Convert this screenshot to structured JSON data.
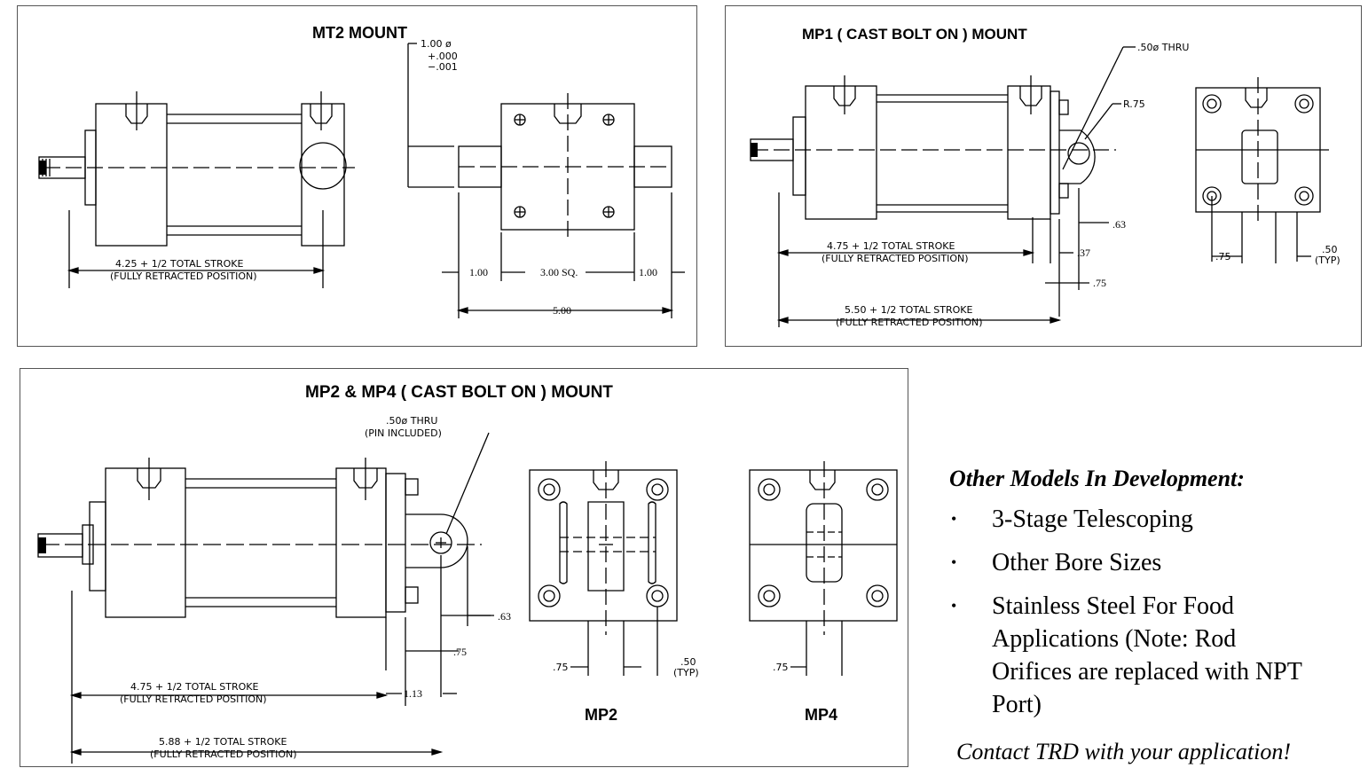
{
  "panels": {
    "mt2": {
      "title": "MT2 MOUNT",
      "dia_label": "1.00 ø",
      "tol_plus": "+.000",
      "tol_minus": "−.001",
      "stroke_main": "4.25 + 1/2 TOTAL STROKE",
      "stroke_sub": "(FULLY RETRACTED POSITION)",
      "dim_left": "1.00",
      "dim_center": "3.00 SQ.",
      "dim_right": "1.00",
      "dim_total": "5.00"
    },
    "mp1": {
      "title": "MP1 ( CAST BOLT ON ) MOUNT",
      "thru_label": ".50ø THRU",
      "radius_label": "R.75",
      "dim_63": ".63",
      "dim_37": ".37",
      "dim_75": ".75",
      "stroke1_main": "4.75 + 1/2 TOTAL STROKE",
      "stroke1_sub": "(FULLY RETRACTED POSITION)",
      "stroke2_main": "5.50 + 1/2 TOTAL STROKE",
      "stroke2_sub": "(FULLY RETRACTED POSITION)",
      "end_75": ".75",
      "end_50": ".50",
      "end_typ": "(TYP)"
    },
    "mp2mp4": {
      "title": "MP2 & MP4 ( CAST BOLT ON ) MOUNT",
      "thru_label": ".50ø THRU",
      "pin_label": "(PIN INCLUDED)",
      "dim_63": ".63",
      "dim_75": ".75",
      "dim_113": "1.13",
      "stroke1_main": "4.75 + 1/2 TOTAL STROKE",
      "stroke1_sub": "(FULLY RETRACTED POSITION)",
      "stroke2_main": "5.88 + 1/2 TOTAL STROKE",
      "stroke2_sub": "(FULLY RETRACTED POSITION)",
      "mp2_75": ".75",
      "mp2_50": ".50",
      "mp2_typ": "(TYP)",
      "mp4_75": ".75",
      "label_mp2": "MP2",
      "label_mp4": "MP4"
    }
  },
  "sidebar": {
    "heading": "Other Models In Development:",
    "items": [
      "3-Stage Telescoping",
      "Other Bore Sizes",
      "Stainless Steel For Food Applications   (Note: Rod Orifices are replaced with NPT Port)"
    ],
    "contact": "Contact TRD with your application!"
  }
}
